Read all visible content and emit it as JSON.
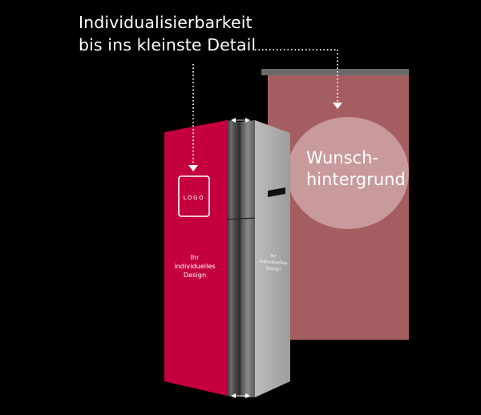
{
  "headline": {
    "line1": "Individualisierbarkeit",
    "line2": "bis ins kleinste Detail"
  },
  "background_panel": {
    "line1": "Wunsch-",
    "line2": "hintergrund"
  },
  "cabinet": {
    "logo": "LOGO",
    "front_line1": "Ihr",
    "front_line2": "individuelles",
    "front_line3": "Design",
    "side_line1": "Ihr",
    "side_line2": "individuelles",
    "side_line3": "Design"
  },
  "colors": {
    "background": "#000000",
    "front_panel": "#c4003f",
    "back_panel": "#a45e62",
    "panel_bar": "#6a6a6a",
    "ellipse": "#c99a9c",
    "side_panel": "#a9a9a9",
    "metal": "#5a5a5a",
    "dotted_line": "#ffffff"
  },
  "icons": {
    "pointer": "dotted-arrow-down-icon",
    "gap_marker": "arrow-pair-icon"
  }
}
